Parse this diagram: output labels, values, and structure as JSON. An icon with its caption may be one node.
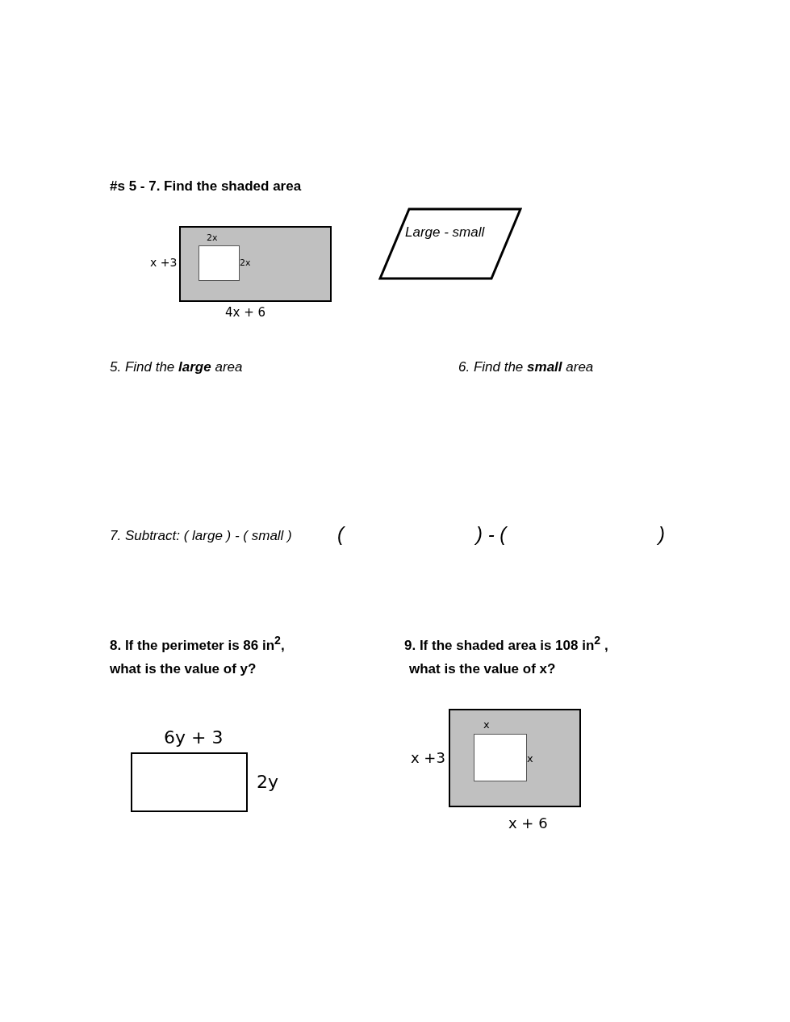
{
  "diagram": {
    "title": "#s 5 - 7. Find the shaded area",
    "nodes": [
      {
        "text": [],
        "shape": "box"
      },
      {
        "text": [],
        "shape": "box",
        "in": 0
      },
      {
        "text": [
          "Large - small"
        ]
      },
      {
        "text": [],
        "shape": "box"
      },
      {
        "text": [],
        "shape": "box"
      },
      {
        "text": [],
        "shape": "box",
        "in": 4
      }
    ],
    "labels": [
      "2x",
      "x +3",
      "2x",
      "4x + 6",
      "5. Find the **large** area",
      "6. Find the **small** area",
      "7. Subtract:  ( large ) -  ( small )",
      "(",
      ") - (",
      ")",
      "8.  If the perimeter is 86 in$^{2}$,",
      "9. If the shaded area is 108 in$^{2}$ ,",
      "what is the value of y?",
      "what is the value of x?",
      "6y + 3",
      "x",
      "x +3",
      "x",
      "2y",
      "x + 6"
    ]
  }
}
